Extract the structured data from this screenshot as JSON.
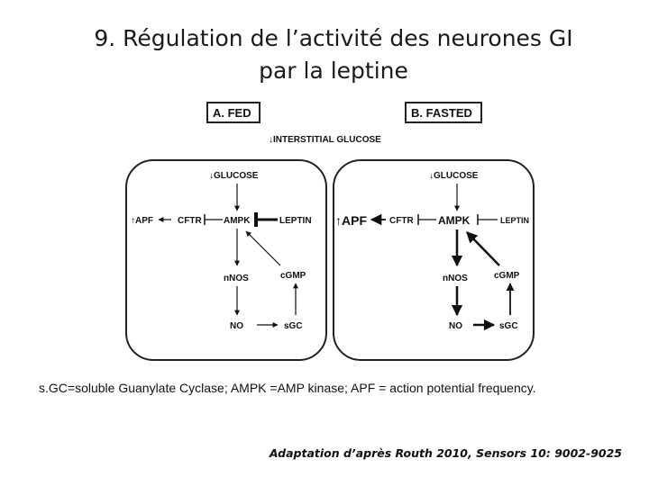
{
  "title": {
    "line1": "9. Régulation de l’activité des neurones  GI",
    "line2": "par la leptine"
  },
  "diagram": {
    "top_label": "↓INTERSTITIAL GLUCOSE",
    "panel_a": {
      "header": "A. FED",
      "glucose": "↓GLUCOSE",
      "apf": "↑APF",
      "cftr": "CFTR",
      "ampk": "AMPK",
      "leptin": "LEPTIN",
      "nnos": "nNOS",
      "cgmp": "cGMP",
      "no": "NO",
      "sgc": "sGC"
    },
    "panel_b": {
      "header": "B. FASTED",
      "glucose": "↓GLUCOSE",
      "apf": "↑APF",
      "cftr": "CFTR",
      "ampk": "AMPK",
      "leptin": "LEPTIN",
      "nnos": "nNOS",
      "cgmp": "cGMP",
      "no": "NO",
      "sgc": "sGC"
    }
  },
  "caption": "s.GC=soluble Guanylate Cyclase; AMPK =AMP kinase; APF = action potential frequency.",
  "source": "Adaptation d’après  Routh 2010, Sensors 10: 9002-9025"
}
